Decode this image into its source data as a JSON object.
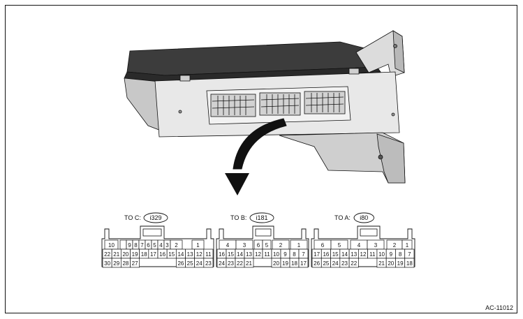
{
  "connectors": [
    {
      "label": "TO C:",
      "code": "i329",
      "rows": [
        [
          "10",
          "",
          "9",
          "8",
          "7",
          "6",
          "5",
          "4",
          "3",
          "2",
          "1"
        ],
        [
          "22",
          "21",
          "20",
          "19",
          "18",
          "17",
          "16",
          "15",
          "14",
          "13",
          "12",
          "11"
        ],
        [
          "30",
          "29",
          "28",
          "27",
          "",
          "",
          "",
          "",
          "26",
          "25",
          "24",
          "23"
        ]
      ]
    },
    {
      "label": "TO B:",
      "code": "i181",
      "rows": [
        [
          "4",
          "3",
          "6",
          "5",
          "2",
          "1"
        ],
        [
          "16",
          "15",
          "14",
          "13",
          "12",
          "11",
          "10",
          "9",
          "8",
          "7"
        ],
        [
          "24",
          "23",
          "22",
          "21",
          "",
          "",
          "20",
          "19",
          "18",
          "17"
        ]
      ]
    },
    {
      "label": "TO A:",
      "code": "i80",
      "rows": [
        [
          "6",
          "5",
          "4",
          "3",
          "2",
          "1"
        ],
        [
          "17",
          "16",
          "15",
          "14",
          "13",
          "12",
          "11",
          "10",
          "9",
          "8",
          "7"
        ],
        [
          "26",
          "25",
          "24",
          "23",
          "22",
          "",
          "",
          "21",
          "20",
          "19",
          "18"
        ]
      ]
    }
  ],
  "reference_code": "AC-11012",
  "colors": {
    "line": "#111111",
    "module_dark": "#3a3a3a",
    "module_light": "#e6e6e6",
    "module_mid": "#bdbdbd"
  }
}
